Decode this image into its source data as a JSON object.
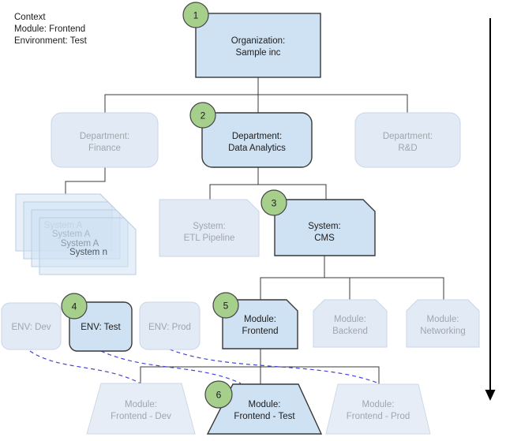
{
  "context": {
    "lines": [
      "Context",
      "Module: Frontend",
      "Environment: Test"
    ]
  },
  "badges": {
    "org": "1",
    "dept": "2",
    "system": "3",
    "env": "4",
    "module": "5",
    "deployment": "6"
  },
  "colors": {
    "active_fill": "#cfe2f3",
    "inactive_fill": "#e2eaf5",
    "active_border": "#383838",
    "inactive_border": "#c9d6e7",
    "badge_fill": "#a6cf8c",
    "dashed_link": "#4444d9",
    "active_text": "#1c1c1c",
    "inactive_text": "#9fa6ae"
  },
  "nodes": {
    "organization": {
      "lines": [
        "Organization:",
        "Sample inc"
      ]
    },
    "dept_finance": {
      "lines": [
        "Department:",
        "Finance"
      ]
    },
    "dept_data_analytics": {
      "lines": [
        "Department:",
        "Data Analytics"
      ]
    },
    "dept_rd": {
      "lines": [
        "Department:",
        "R&D"
      ]
    },
    "system_stack": {
      "layers": [
        "System A",
        "System A",
        "System A",
        "System n"
      ]
    },
    "system_etl": {
      "lines": [
        "System:",
        "ETL Pipeline"
      ]
    },
    "system_cms": {
      "lines": [
        "System:",
        "CMS"
      ]
    },
    "env_dev": {
      "label": "ENV: Dev"
    },
    "env_test": {
      "label": "ENV: Test"
    },
    "env_prod": {
      "label": "ENV: Prod"
    },
    "module_frontend": {
      "lines": [
        "Module:",
        "Frontend"
      ]
    },
    "module_backend": {
      "lines": [
        "Module:",
        "Backend"
      ]
    },
    "module_networking": {
      "lines": [
        "Module:",
        "Networking"
      ]
    },
    "module_frontend_dev": {
      "lines": [
        "Module:",
        "Frontend - Dev"
      ]
    },
    "module_frontend_test": {
      "lines": [
        "Module:",
        "Frontend - Test"
      ]
    },
    "module_frontend_prod": {
      "lines": [
        "Module:",
        "Frontend - Prod"
      ]
    }
  }
}
